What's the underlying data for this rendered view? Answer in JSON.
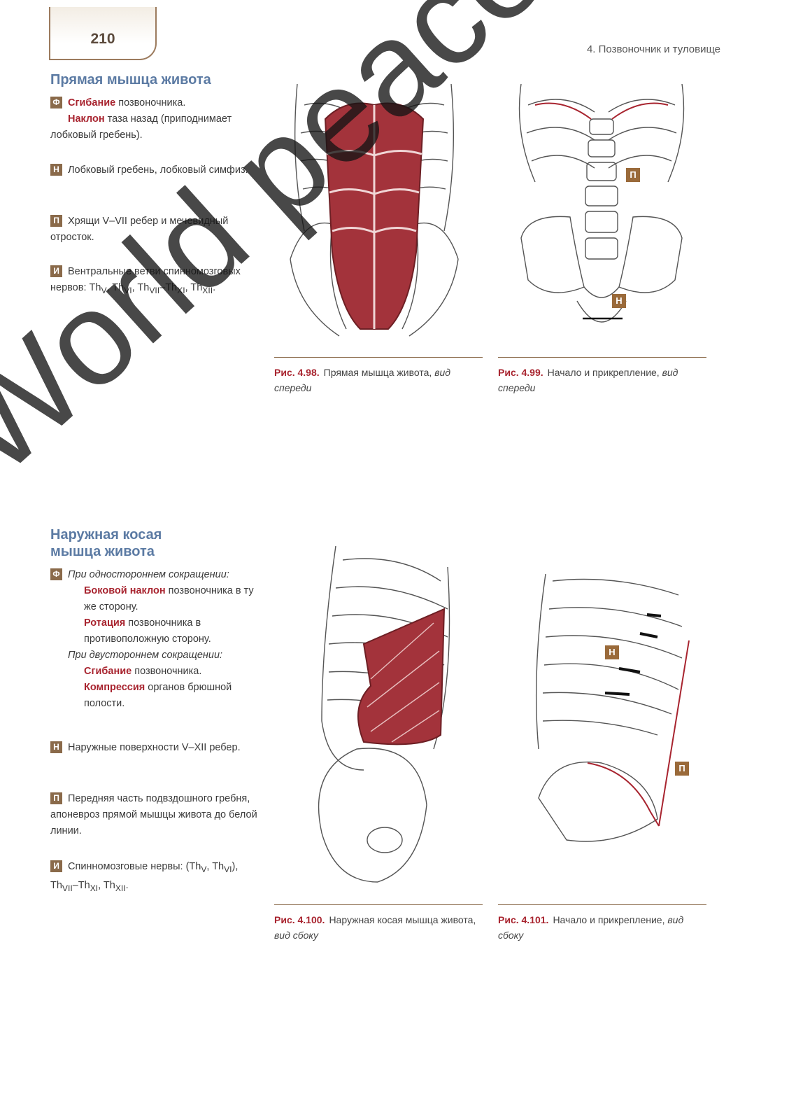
{
  "header": {
    "page_number": "210",
    "chapter": "4. Позвоночник и туловище"
  },
  "section1": {
    "title": "Прямая мышца живота",
    "function": {
      "badge": "Ф",
      "l1_hl": "Сгибание",
      "l1_rest": " позвоночника.",
      "l2_hl": "Наклон",
      "l2_rest": " таза назад (приподнимает лобковый гребень)."
    },
    "origin": {
      "badge": "Н",
      "text": "Лобковый гребень, лобковый симфиз."
    },
    "insertion": {
      "badge": "П",
      "text": "Хрящи V–VII ребер и мечевидный отросток."
    },
    "innervation": {
      "badge": "И",
      "text": "Вентральные ветви спинномозговых нервов: Th",
      "subs": [
        "V",
        "VI",
        "VII",
        "XI",
        "XII"
      ]
    }
  },
  "section2": {
    "title_line1": "Наружная косая",
    "title_line2": "мышца живота",
    "function": {
      "badge": "Ф",
      "uni": "При одностороннем сокращении:",
      "lat_hl": "Боковой наклон",
      "lat_rest": " позвоночника в ту же сторону.",
      "rot_hl": "Ротация",
      "rot_rest": " позвоночника в противоположную сторону.",
      "bi": "При двустороннем сокращении:",
      "flex_hl": "Сгибание",
      "flex_rest": " позвоночника.",
      "comp_hl": "Компрессия",
      "comp_rest": " органов брюшной полости."
    },
    "origin": {
      "badge": "Н",
      "text": "Наружные поверхности V–XII ребер."
    },
    "insertion": {
      "badge": "П",
      "text": "Передняя часть подвздошного гребня, апоневроз прямой мышцы живота до белой линии."
    },
    "innervation": {
      "badge": "И",
      "text": "Спинномозговые нервы: (Th",
      "subs": [
        "V",
        "VI",
        "VII",
        "XI",
        "XII"
      ]
    }
  },
  "figures": {
    "f98": {
      "num": "Рис. 4.98.",
      "text": "Прямая мышца живота, ",
      "ital": "вид спереди"
    },
    "f99": {
      "num": "Рис. 4.99.",
      "text": "Начало и прикрепление, ",
      "ital": "вид спереди"
    },
    "f100": {
      "num": "Рис. 4.100.",
      "text": "Наружная косая мышца живота, ",
      "ital": "вид сбоку"
    },
    "f101": {
      "num": "Рис. 4.101.",
      "text": "Начало и прикрепление, ",
      "ital": "вид сбоку"
    }
  },
  "figure_labels": {
    "insertion": "П",
    "origin": "Н"
  },
  "watermark": "World peace!",
  "colors": {
    "accent": "#a8242f",
    "title": "#5b7aa3",
    "badge": "#8a6a4a",
    "muscle": "#a3333b"
  }
}
